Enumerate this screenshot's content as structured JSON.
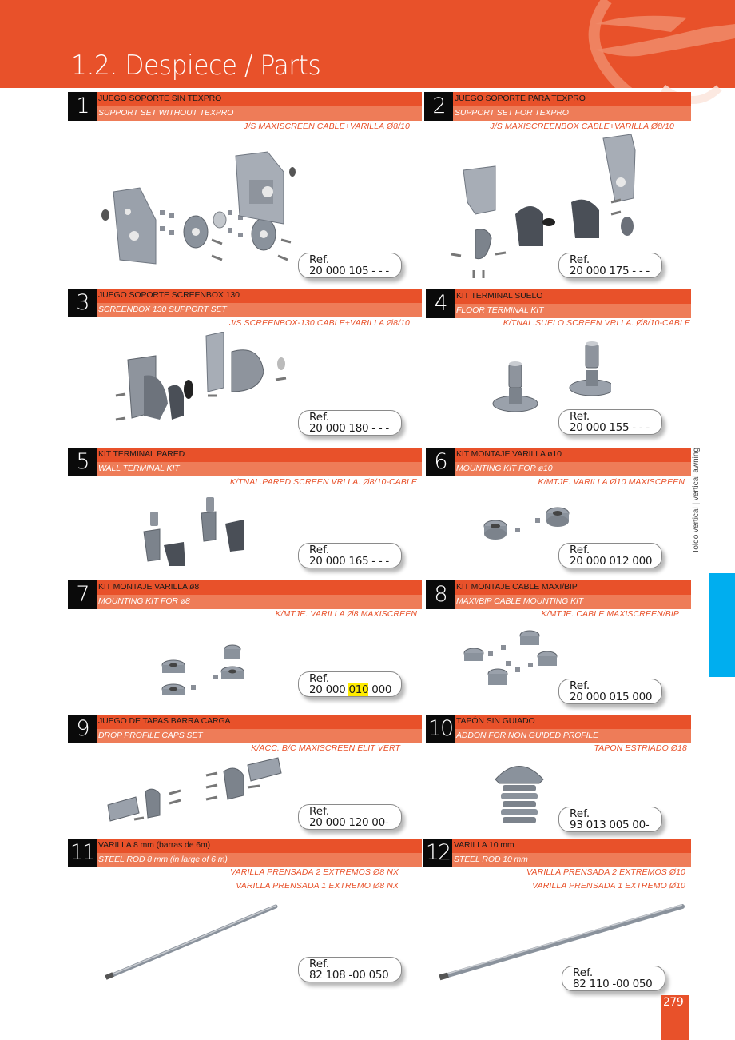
{
  "page": {
    "title": "1.2. Despiece / Parts",
    "side_label": "Toldo vertical | vertical awning",
    "page_number": "279",
    "colors": {
      "brand_orange": "#e8512a",
      "light_orange": "#ee7c58",
      "number_box": "#0a0a0a",
      "side_tab_blue": "#00aeef",
      "highlight_yellow": "#ffec00"
    }
  },
  "items": [
    {
      "number": "1",
      "title_es": "JUEGO SOPORTE SIN TEXPRO",
      "title_en": "SUPPORT SET WITHOUT TEXPRO",
      "codes": [
        "J/S MAXISCREEN CABLE+VARILLA Ø8/10"
      ],
      "ref_label": "Ref.",
      "ref": "20 000 105 - - -",
      "image": "support-bracket-exploded-set"
    },
    {
      "number": "2",
      "title_es": "JUEGO SOPORTE PARA TEXPRO",
      "title_en": "SUPPORT SET FOR TEXPRO",
      "codes": [
        "J/S MAXISCREENBOX CABLE+VARILLA Ø8/10"
      ],
      "ref_label": "Ref.",
      "ref": "20 000 175  - - -",
      "image": "support-bracket-texpro-exploded-set"
    },
    {
      "number": "3",
      "title_es": "JUEGO SOPORTE SCREENBOX 130",
      "title_en": "SCREENBOX 130 SUPPORT SET",
      "codes": [
        "J/S SCREENBOX-130 CABLE+VARILLA Ø8/10"
      ],
      "ref_label": "Ref.",
      "ref": "20 000 180 - - -",
      "image": "screenbox-130-support-exploded-set"
    },
    {
      "number": "4",
      "title_es": "KIT TERMINAL SUELO",
      "title_en": "FLOOR TERMINAL KIT",
      "codes": [
        "K/TNAL.SUELO SCREEN VRLLA. Ø8/10-CABLE"
      ],
      "ref_label": "Ref.",
      "ref": "20 000 155 - - -",
      "image": "floor-terminal-kit"
    },
    {
      "number": "5",
      "title_es": "KIT TERMINAL PARED",
      "title_en": "WALL TERMINAL KIT",
      "codes": [
        "K/TNAL.PARED SCREEN VRLLA. Ø8/10-CABLE"
      ],
      "ref_label": "Ref.",
      "ref": "20 000 165 - - -",
      "image": "wall-terminal-kit"
    },
    {
      "number": "6",
      "title_es": "KIT MONTAJE VARILLA  ø10",
      "title_en": "MOUNTING KIT FOR ø10",
      "codes": [
        "K/MTJE. VARILLA Ø10 MAXISCREEN"
      ],
      "ref_label": "Ref.",
      "ref": "20 000 012 000",
      "image": "rod-mounting-kit-10"
    },
    {
      "number": "7",
      "title_es": "KIT MONTAJE VARILLA ø8",
      "title_en": "MOUNTING KIT FOR ø8",
      "codes": [
        "K/MTJE. VARILLA Ø8 MAXISCREEN"
      ],
      "ref_label": "Ref.",
      "ref_prefix": "20 000 ",
      "ref_highlight": "010",
      "ref_suffix": " 000",
      "image": "rod-mounting-kit-8"
    },
    {
      "number": "8",
      "title_es": "KIT MONTAJE CABLE MAXI/BIP",
      "title_en": " MAXI/BIP CABLE MOUNTING KIT",
      "codes": [
        "K/MTJE. CABLE MAXISCREEN/BIP"
      ],
      "ref_label": "Ref.",
      "ref": "20 000 015 000",
      "image": "cable-mounting-kit"
    },
    {
      "number": "9",
      "title_es": " JUEGO DE  TAPAS BARRA CARGA",
      "title_en": " DROP PROFILE CAPS SET",
      "codes": [
        "K/ACC. B/C MAXISCREEN ELIT VERT"
      ],
      "ref_label": "Ref.",
      "ref": "20 000 120 00-",
      "image": "drop-profile-caps-set"
    },
    {
      "number": "10",
      "title_es": "TAPÓN SIN GUIADO",
      "title_en": "ADDON FOR NON GUIDED PROFILE",
      "codes": [
        "TAPON ESTRIADO Ø18"
      ],
      "ref_label": "Ref.",
      "ref": "93 013 005 00-",
      "image": "ribbed-plug"
    },
    {
      "number": "11",
      "title_es": " VARILLA 8 mm   (barras de 6m)",
      "title_en": " STEEL ROD 8 mm (in large of 6 m)",
      "codes": [
        "VARILLA PRENSADA 2 EXTREMOS Ø8 NX",
        "VARILLA PRENSADA 1 EXTREMO Ø8 NX"
      ],
      "ref_label": "Ref.",
      "ref": "82 108 -00 050",
      "image": "steel-rod-8mm"
    },
    {
      "number": "12",
      "title_es": " VARILLA 10 mm",
      "title_en": "  STEEL ROD 10 mm",
      "codes": [
        "VARILLA PRENSADA 2 EXTREMOS Ø10",
        "VARILLA PRENSADA 1 EXTREMO Ø10"
      ],
      "ref_label": "Ref.",
      "ref": "82 110 -00 050",
      "image": "steel-rod-10mm"
    }
  ]
}
